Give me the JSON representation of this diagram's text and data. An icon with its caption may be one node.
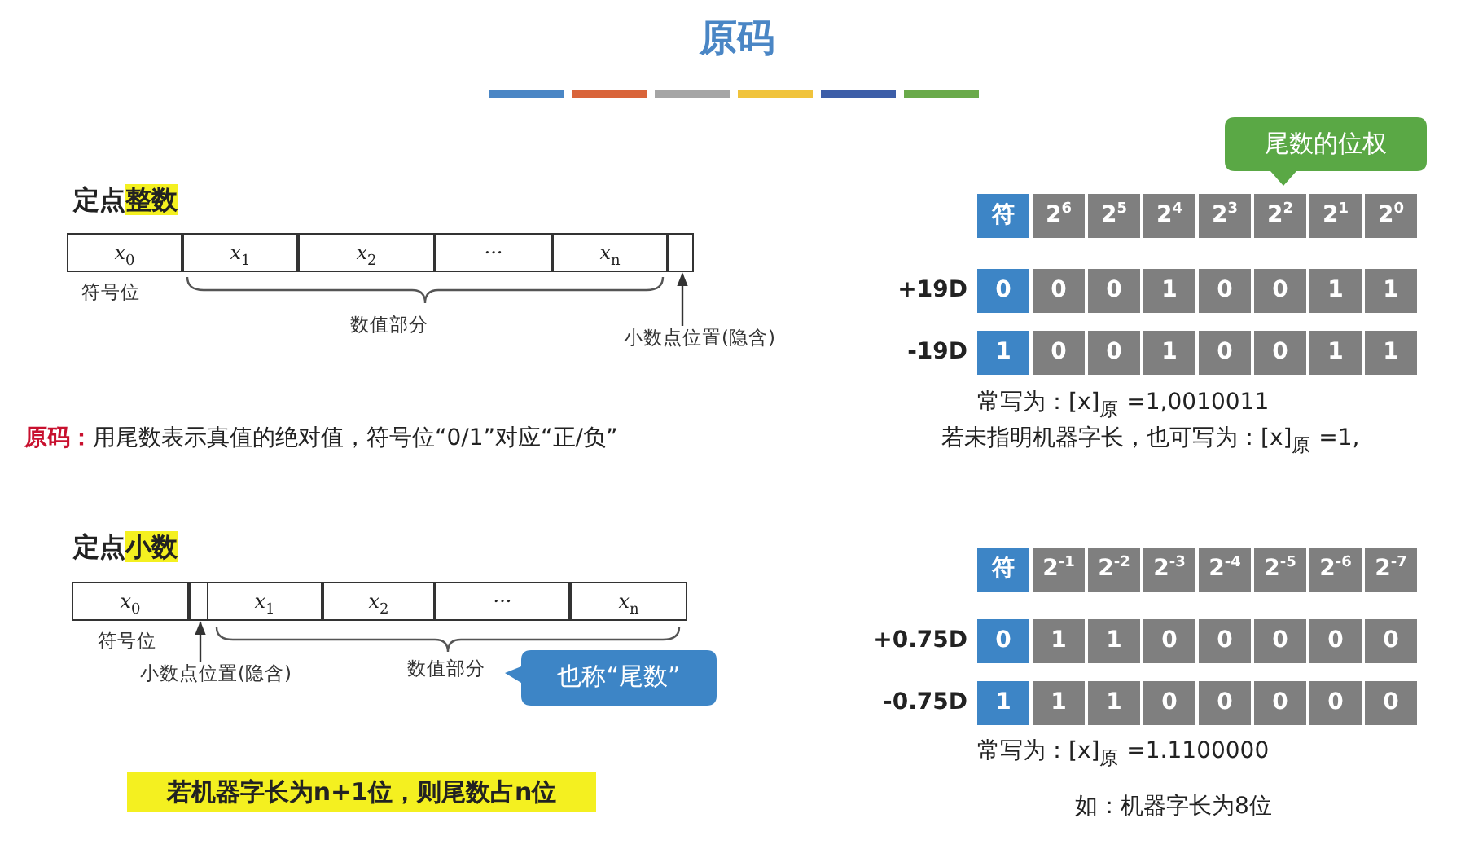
{
  "diagram": {
    "title": "原码",
    "nodes": [
      {
        "text": [
          "尾数的位权"
        ]
      },
      {
        "text": [
          "小数点位置(隐含)"
        ]
      },
      {
        "text": [],
        "shape": "box"
      },
      {
        "text": [
          "小数点位置(隐含)"
        ]
      },
      {
        "text": [],
        "shape": "box"
      },
      {
        "text": [
          "也称“尾数”"
        ]
      }
    ],
    "edges": [
      {
        "from": 1,
        "to": 2,
        "arrow": "to"
      },
      {
        "from": 3,
        "to": 4,
        "arrow": "to"
      }
    ],
    "labels": [
      "定点**整数**",
      "x$_{0}$",
      "x$_{1}$",
      "x$_{2}$",
      "···",
      "x$_{n}$",
      "符号位",
      "数值部分",
      "符",
      "2$^{6}$",
      "2$^{5}$",
      "2$^{4}$",
      "2$^{3}$",
      "2$^{2}$",
      "2$^{1}$",
      "2$^{0}$",
      "+19D",
      "0",
      "0",
      "0",
      "1",
      "0",
      "0",
      "1",
      "1",
      "-19D",
      "1",
      "0",
      "0",
      "1",
      "0",
      "0",
      "1",
      "1",
      "常写为：[x]$_{原}$ =1,0010011",
      "**原码：**用尾数表示真值的绝对值，符号位“0/1”对应“正/负”",
      "若未指明机器字长，也可写为：[x]$_{原}$ =1,",
      "定点**小数**",
      "x$_{0}$",
      "x$_{1}$",
      "x$_{2}$",
      "···",
      "x$_{n}$",
      "符号位",
      "数值部分",
      "符",
      "2$^{-1}$",
      "2$^{-2}$",
      "2$^{-3}$",
      "2$^{-4}$",
      "2$^{-5}$",
      "2$^{-6}$",
      "2$^{-7}$",
      "+0.75D",
      "0",
      "1",
      "1",
      "0",
      "0",
      "0",
      "0",
      "0",
      "-0.75D",
      "1",
      "1",
      "1",
      "0",
      "0",
      "0",
      "0",
      "0",
      "常写为：[x]$_{原}$ =1.1100000",
      "若机器字长为n+1位，则尾数占n位",
      "如：机器字长为8位"
    ]
  }
}
